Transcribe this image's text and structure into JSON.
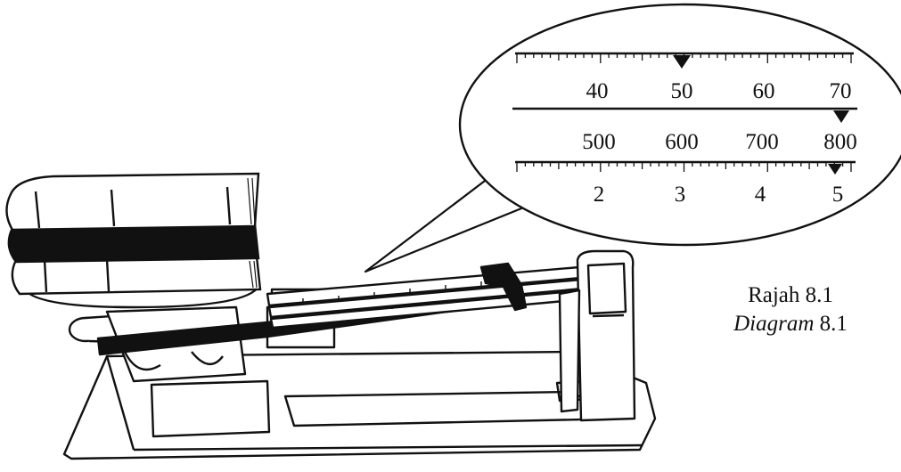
{
  "beam_top": {
    "labels": [
      "40",
      "50",
      "60",
      "70"
    ],
    "rider_value": "50"
  },
  "beam_middle": {
    "labels": [
      "500",
      "600",
      "700",
      "800"
    ],
    "rider_value": "800"
  },
  "beam_bottom": {
    "labels": [
      "2",
      "3",
      "4",
      "5"
    ],
    "rider_value": "5"
  },
  "caption": {
    "malay_word": "Rajah",
    "english_word": "Diagram",
    "number": "8.1"
  },
  "icons": {
    "object": "stacked-books-icon",
    "instrument": "triple-beam-balance-icon"
  }
}
